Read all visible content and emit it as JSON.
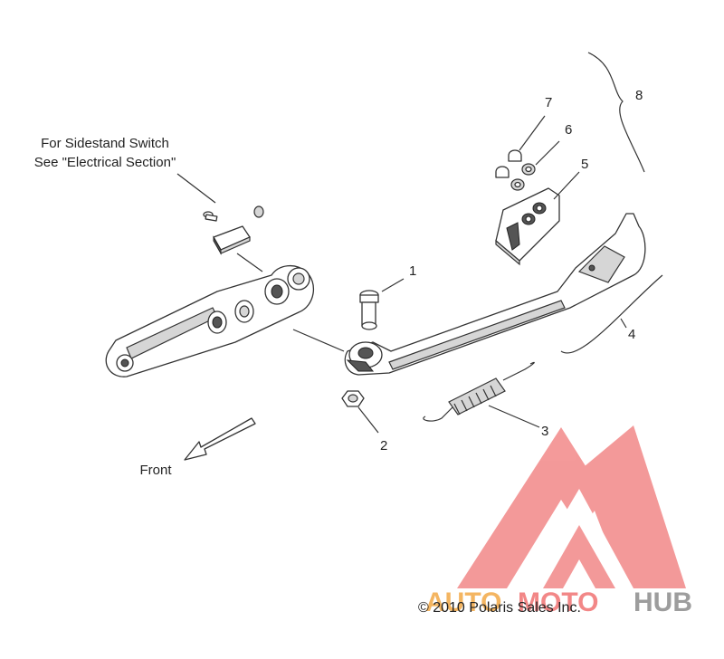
{
  "note": {
    "line1": "For Sidestand Switch",
    "line2": "See \"Electrical Section\""
  },
  "front_label": "Front",
  "callouts": [
    "1",
    "2",
    "3",
    "4",
    "5",
    "6",
    "7",
    "8"
  ],
  "copyright": "© 2010 Polaris Sales Inc.",
  "watermark": {
    "word_a": "AUTO",
    "word_b": "MOTO",
    "word_c": "HUB",
    "color_accent": "#f2a33a",
    "color_red": "#f06a6a",
    "color_gray": "#9a9a9a"
  }
}
